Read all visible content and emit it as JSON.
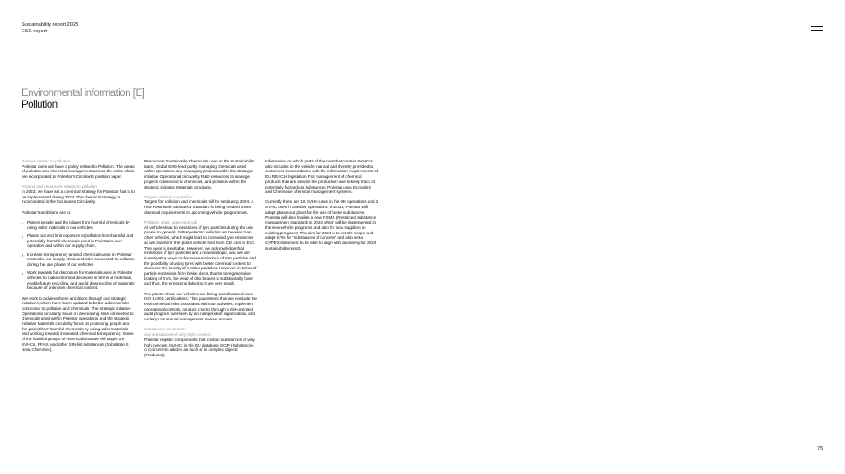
{
  "header": {
    "line1": "Sustainability report 2023",
    "line2": "ESG report"
  },
  "menu_icon": "hamburger-menu-icon",
  "title": {
    "section": "Environmental information [E]",
    "main": "Pollution"
  },
  "col1": {
    "h1": "Policies related to pollution",
    "p1": "Polestar does not have a policy related to Pollution. The areas of pollution and chemical management across the value chain are incorporated in Polestar’s Circularity position paper.",
    "h2": "Actions and resources related to pollution",
    "p2": "In 2023, we have set a chemical strategy for Polestar that is to be implemented during 2024. The chemical strategy is incorporated in the focus area Circularity.",
    "p3": "Polestar’s ambitions are to:",
    "bullets": [
      "Protect people and the planet from harmful chemicals by using safer materials in our vehicles.",
      "Phase out and limit exposure to/pollution from harmful and potentially harmful chemicals used in Polestar’s own operation and within our supply chain.",
      "Increase transparency around chemicals used in Polestar materials, our supply chain and risks connected to pollution during the use phase of our vehicles.",
      "Work towards full disclosure for materials used in Polestar vehicles to make informed decisions in terms of materials, enable future recycling, and avoid downcycling of materials because of unknown chemical content."
    ],
    "p4": "We work to achieve these ambitions through our strategic initiatives, which have been updated to better address risks connected to pollution and chemicals. The strategic initiative Operational circularity focus on decreasing risks connected to chemicals used within Polestar operations and the strategic initiative Materials circularity focus on protecting people and the planet from harmful chemicals by using safer materials and working towards increased chemical transparency. Some of the harmful groups of chemicals that we will target are SVHCs, PFAS, and other SIN-list substances (Substitute It Now, ChemSec)."
  },
  "col2": {
    "p1": "Resources: Sustainable Chemicals Lead in the Sustainability team, Global EHS-lead partly managing chemicals used within operations and managing projects within the strategic initiative Operational circularity, R&D resources to manage projects connected to chemicals, and pollution within the strategic initiative Materials circularity.",
    "h1": "Targets related to pollution",
    "p2": "Targets for pollution and chemicals will be set during 2024. A new Restricted Substance Standard is being created to set chemical requirements in upcoming vehicle programmes.",
    "h2": "Pollution of air, water and soil",
    "p3": "All vehicles lead to emissions of tyre particles during the use phase. In general, battery electric vehicles are heavier than other vehicles, which might lead to increased tyre emissions as we transform the global vehicle fleet from ICE cars to EVs. Tyre wear is inevitable. However, we acknowledge that emissions of tyre particles are a material topic, and we are investigating ways to decrease emissions of tyre particles and the possibility of using tyres with better chemical content to decrease the toxicity of emitted particles. However, in terms of particle emissions from brake discs, thanks to regenerative braking of EVs, the wear of disk brakes is substantially lower and thus, the emissions linked to it are very small.",
    "p4": "The plants where our vehicles are being manufactured have ISO 14001 certifications. This guarantees that we evaluate the environmental risks associated with our activities, implement operational controls, conduct checks through a risk-oriented audit program overseen by an independent organization, and undergo an annual management review process.",
    "h3a": "Substances of concern",
    "h3b": "and substances of very high concern",
    "p5": "Polestar register components that contain substances of very high concern (SVHC) in the EU database SCIP (Substances of Concern In articles as such or in complex objects (Products))."
  },
  "col3": {
    "p1": "Information on which parts of the cars that contain SVHC is also included in the vehicle manual and thereby provided to customers in accordance with the information requirements of EU REACH legislation. For management of chemical products that are used in the production and to keep track of potentially hazardous substances Polestar uses Ecoonline and Chemwise chemical management systems.",
    "p2": "Currently there are 16 SVHC-uses in the UK operations and 2 SVHC uses in Sweden operations. In 2024, Polestar will adopt phase-out plans for the use of these substances. Polestar will also finalise a new RSMS (Restricted substance management standard) in 2024 which will be implemented in the new vehicle programs and also for new suppliers in existing programs. The aim for 2024 is to set the scope and adopt KPIs for “substances of concern” and also set a CAPEX-statement to be able to align with taxonomy for 2024 sustainability report."
  },
  "page_number": "75"
}
